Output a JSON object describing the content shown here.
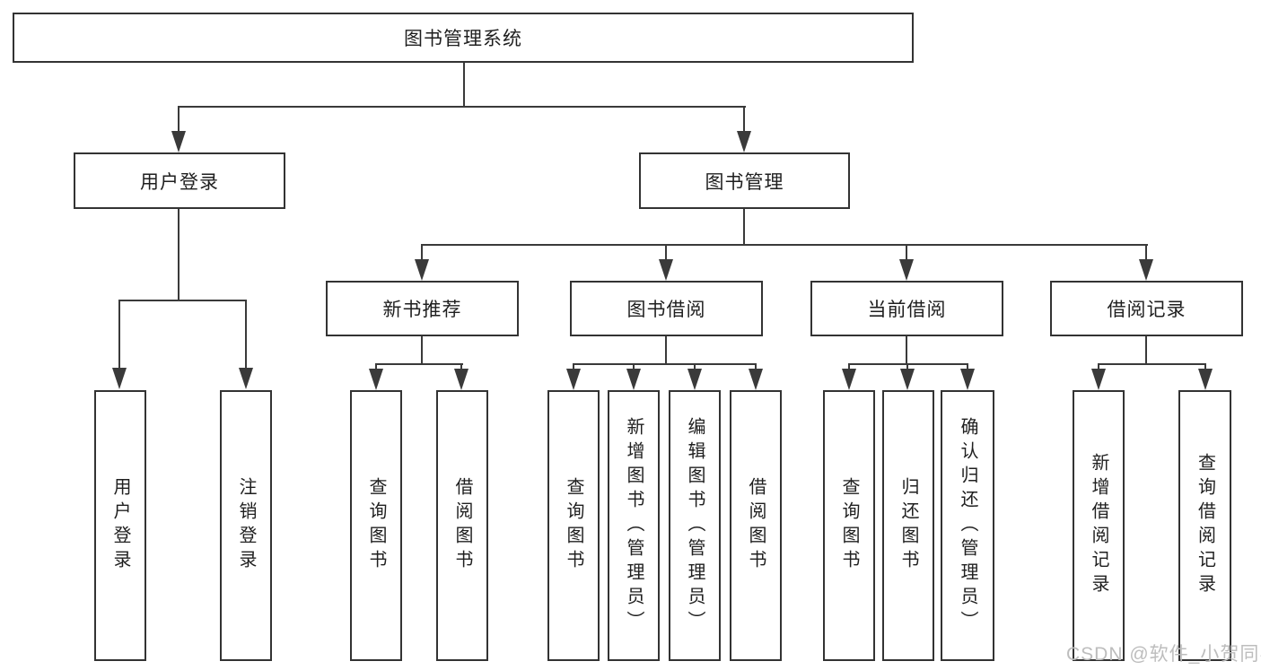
{
  "diagram": {
    "root": {
      "label": "图书管理系统"
    },
    "branches": [
      {
        "label": "用户登录",
        "children": [
          {
            "label": "用户登录"
          },
          {
            "label": "注销登录"
          }
        ]
      },
      {
        "label": "图书管理",
        "children": [
          {
            "label": "新书推荐",
            "children": [
              {
                "label": "查询图书"
              },
              {
                "label": "借阅图书"
              }
            ]
          },
          {
            "label": "图书借阅",
            "children": [
              {
                "label": "查询图书"
              },
              {
                "label": "新增图书（管理员）"
              },
              {
                "label": "编辑图书（管理员）"
              },
              {
                "label": "借阅图书"
              }
            ]
          },
          {
            "label": "当前借阅",
            "children": [
              {
                "label": "查询图书"
              },
              {
                "label": "归还图书"
              },
              {
                "label": "确认归还（管理员）"
              }
            ]
          },
          {
            "label": "借阅记录",
            "children": [
              {
                "label": "新增借阅记录"
              },
              {
                "label": "查询借阅记录"
              }
            ]
          }
        ]
      }
    ]
  },
  "watermark": {
    "text": "CSDN @软件_小贺同学"
  },
  "colors": {
    "line": "#3a3a3a",
    "box_border": "#333333",
    "text": "#1f1f1f",
    "watermark": "#bdbdbd",
    "background": "#ffffff"
  }
}
